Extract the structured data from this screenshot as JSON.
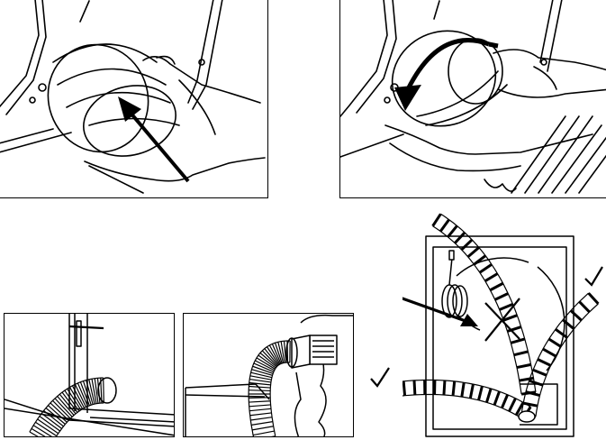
{
  "manual": {
    "line_color": "#000000",
    "panels": [
      {
        "id": "fit-adapter",
        "icon": "hand-push-adapter-icon",
        "action": "push"
      },
      {
        "id": "twist-adapter",
        "icon": "hand-twist-adapter-icon",
        "action": "rotate"
      },
      {
        "id": "hose-through-window",
        "icon": "hose-window-icon"
      },
      {
        "id": "hose-to-wall-vent",
        "icon": "hose-wall-vent-icon"
      },
      {
        "id": "hose-routing",
        "icon": "dryer-hose-routing-icon",
        "marks": [
          {
            "name": "wrong-route",
            "icon": "cross-icon"
          },
          {
            "name": "correct-route-right",
            "icon": "checkmark-icon"
          },
          {
            "name": "correct-route-left",
            "icon": "checkmark-icon"
          }
        ]
      }
    ]
  }
}
